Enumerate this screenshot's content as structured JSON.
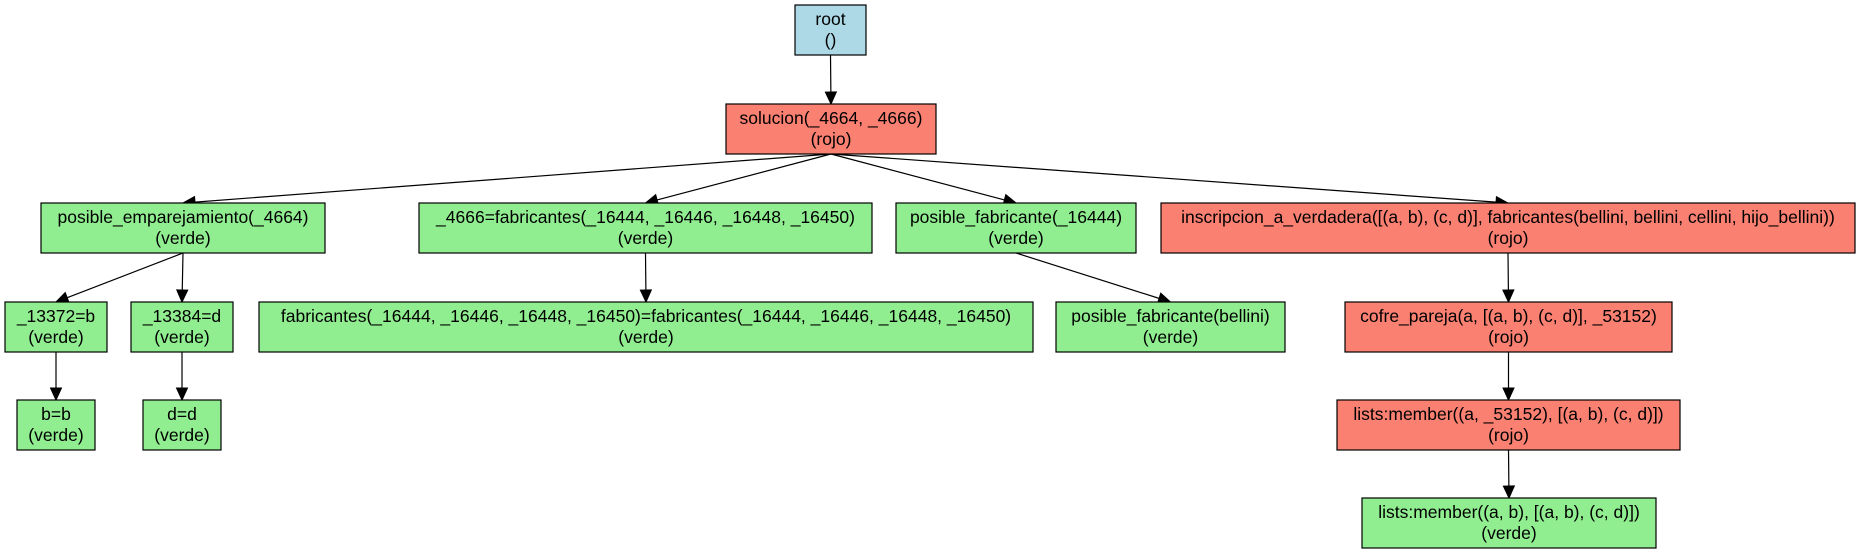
{
  "colors": {
    "root": "#add8e6",
    "rojo": "#fa8072",
    "verde": "#90ee90"
  },
  "nodes": {
    "root": {
      "line1": "root",
      "line2": "()",
      "color": "root"
    },
    "solucion": {
      "line1": "solucion(_4664, _4666)",
      "line2": "(rojo)",
      "color": "rojo"
    },
    "posible_emparejamiento": {
      "line1": "posible_emparejamiento(_4664)",
      "line2": "(verde)",
      "color": "verde"
    },
    "eq_fabricantes": {
      "line1": "_4666=fabricantes(_16444, _16446, _16448, _16450)",
      "line2": "(verde)",
      "color": "verde"
    },
    "posible_fabricante_var": {
      "line1": "posible_fabricante(_16444)",
      "line2": "(verde)",
      "color": "verde"
    },
    "inscripcion": {
      "line1": "inscripcion_a_verdadera([(a, b), (c, d)], fabricantes(bellini, bellini, cellini, hijo_bellini))",
      "line2": "(rojo)",
      "color": "rojo"
    },
    "eq_13372": {
      "line1": "_13372=b",
      "line2": "(verde)",
      "color": "verde"
    },
    "eq_13384": {
      "line1": "_13384=d",
      "line2": "(verde)",
      "color": "verde"
    },
    "fabricantes_unify": {
      "line1": "fabricantes(_16444, _16446, _16448, _16450)=fabricantes(_16444, _16446, _16448, _16450)",
      "line2": "(verde)",
      "color": "verde"
    },
    "posible_fabricante_bellini": {
      "line1": "posible_fabricante(bellini)",
      "line2": "(verde)",
      "color": "verde"
    },
    "cofre_pareja": {
      "line1": "cofre_pareja(a, [(a, b), (c, d)], _53152)",
      "line2": "(rojo)",
      "color": "rojo"
    },
    "eq_bb": {
      "line1": "b=b",
      "line2": "(verde)",
      "color": "verde"
    },
    "eq_dd": {
      "line1": "d=d",
      "line2": "(verde)",
      "color": "verde"
    },
    "member_var": {
      "line1": "lists:member((a, _53152), [(a, b), (c, d)])",
      "line2": "(rojo)",
      "color": "rojo"
    },
    "member_ab": {
      "line1": "lists:member((a, b), [(a, b), (c, d)])",
      "line2": "(verde)",
      "color": "verde"
    }
  },
  "edges": [
    [
      "root",
      "solucion"
    ],
    [
      "solucion",
      "posible_emparejamiento"
    ],
    [
      "solucion",
      "eq_fabricantes"
    ],
    [
      "solucion",
      "posible_fabricante_var"
    ],
    [
      "solucion",
      "inscripcion"
    ],
    [
      "posible_emparejamiento",
      "eq_13372"
    ],
    [
      "posible_emparejamiento",
      "eq_13384"
    ],
    [
      "eq_fabricantes",
      "fabricantes_unify"
    ],
    [
      "posible_fabricante_var",
      "posible_fabricante_bellini"
    ],
    [
      "inscripcion",
      "cofre_pareja"
    ],
    [
      "eq_13372",
      "eq_bb"
    ],
    [
      "eq_13384",
      "eq_dd"
    ],
    [
      "cofre_pareja",
      "member_var"
    ],
    [
      "member_var",
      "member_ab"
    ]
  ]
}
